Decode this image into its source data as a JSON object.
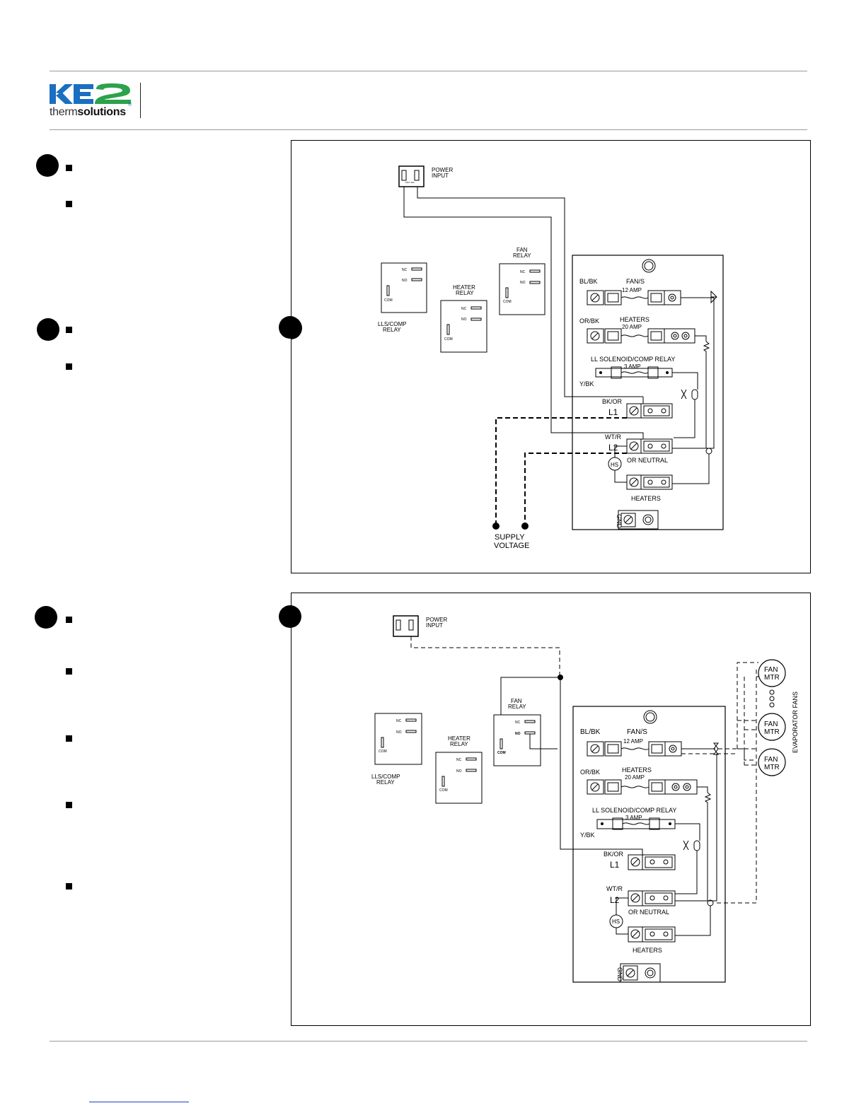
{
  "brand": {
    "logo_mark": "KE2",
    "logo_word_light": "therm",
    "logo_word_bold": "solutions",
    "logo_registered": "®",
    "color_blue": "#1a6fc0",
    "color_green": "#2ca24a"
  },
  "diagram1": {
    "power_input": [
      "POWER",
      "INPUT"
    ],
    "plug_text": [
      "MAX 15A",
      "125V"
    ],
    "fan_relay": [
      "FAN",
      "RELAY"
    ],
    "heater_relay": [
      "HEATER",
      "RELAY"
    ],
    "lls_relay": [
      "LLS/COMP",
      "RELAY"
    ],
    "nc": "NC",
    "no": "NO",
    "com": "COM",
    "bl_bk": "BL/BK",
    "fan_s": "FAN/S",
    "amp12": "12 AMP",
    "or_bk": "OR/BK",
    "heaters_hdr": "HEATERS",
    "amp20": "20 AMP",
    "ll_solenoid": "LL SOLENOID/COMP RELAY",
    "amp3": "3 AMP",
    "y_bk": "Y/BK",
    "bk_or": "BK/OR",
    "l1": "L1",
    "wt_r": "WT/R",
    "l2": "L2",
    "or_neutral": "OR NEUTRAL",
    "hs": "HS",
    "heaters_bottom": "HEATERS",
    "gnd": "GND",
    "supply": [
      "SUPPLY",
      "VOLTAGE"
    ]
  },
  "diagram2": {
    "power_input": [
      "POWER",
      "INPUT"
    ],
    "fan_relay": [
      "FAN",
      "RELAY"
    ],
    "heater_relay": [
      "HEATER",
      "RELAY"
    ],
    "lls_relay": [
      "LLS/COMP",
      "RELAY"
    ],
    "nc": "NC",
    "no": "NO",
    "com": "COM",
    "bl_bk": "BL/BK",
    "fan_s": "FAN/S",
    "amp12": "12 AMP",
    "or_bk": "OR/BK",
    "heaters_hdr": "HEATERS",
    "amp20": "20 AMP",
    "ll_solenoid": "LL SOLENOID/COMP RELAY",
    "amp3": "3 AMP",
    "y_bk": "Y/BK",
    "bk_or": "BK/OR",
    "l1": "L1",
    "wt_r": "WT/R",
    "l2": "L2",
    "or_neutral": "OR NEUTRAL",
    "hs": "HS",
    "heaters_bottom": "HEATERS",
    "gnd": "GND",
    "fan_mtr": [
      "FAN",
      "MTR"
    ],
    "evaporator_fans": "EVAPORATOR FANS"
  }
}
